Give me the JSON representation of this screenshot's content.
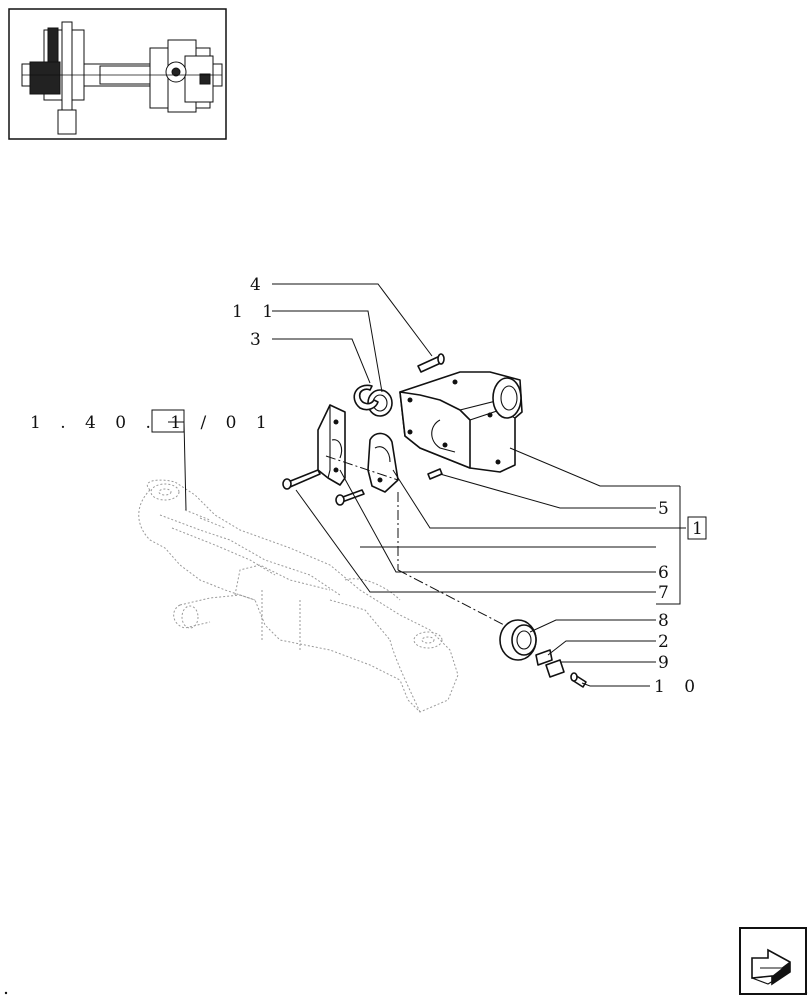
{
  "labels": {
    "p4": "4",
    "p11": "1 1",
    "p3": "3",
    "ref": "1 . 4 0 . 1 / 0 1",
    "p5": "5",
    "p1": "1",
    "p6": "6",
    "p7": "7",
    "p8": "8",
    "p2": "2",
    "p9": "9",
    "p10": "1 0"
  },
  "icons": {
    "thumbnail": "axle-overview-thumbnail",
    "nav": "next-page-arrow-icon"
  }
}
